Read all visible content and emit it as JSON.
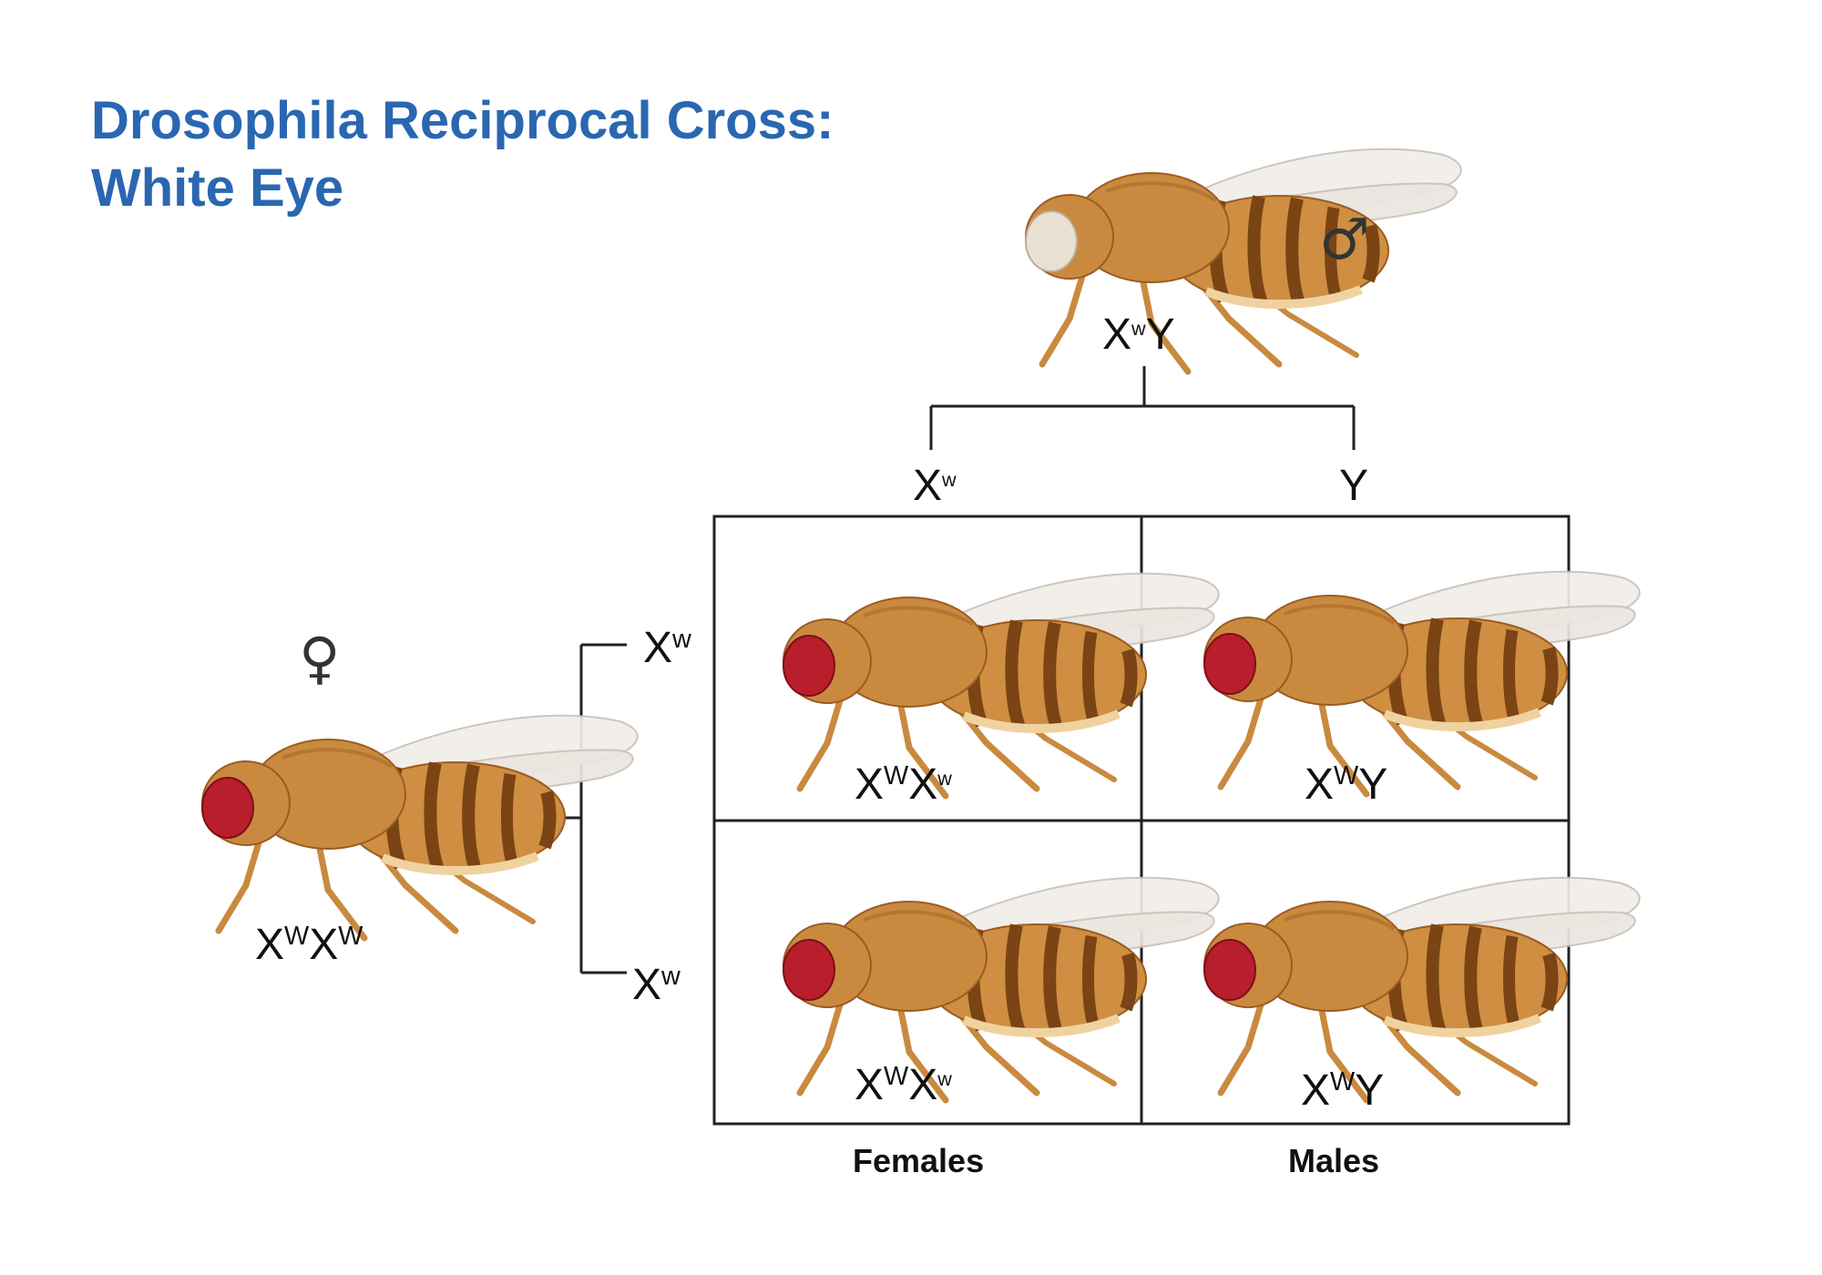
{
  "title": {
    "line1": "Drosophila Reciprocal Cross:",
    "line2": "White Eye"
  },
  "male_parent": {
    "symbol": "♂",
    "genotype_base": "X",
    "genotype_sup": "w",
    "genotype_tail": "Y",
    "eye": "white"
  },
  "female_parent": {
    "symbol": "♀",
    "g1": "X",
    "s1": "W",
    "g2": "X",
    "s2": "W",
    "eye": "red"
  },
  "male_gametes": [
    {
      "base": "X",
      "sup": "w"
    },
    {
      "base": "Y",
      "sup": ""
    }
  ],
  "female_gametes": [
    {
      "base": "X",
      "sup": "w"
    },
    {
      "base": "X",
      "sup": "w"
    }
  ],
  "offspring": [
    {
      "g1": "X",
      "s1": "W",
      "g2": "X",
      "s2": "w",
      "eye": "red"
    },
    {
      "g1": "X",
      "s1": "W",
      "g2": "Y",
      "s2": "",
      "eye": "red"
    },
    {
      "g1": "X",
      "s1": "W",
      "g2": "X",
      "s2": "w",
      "eye": "red"
    },
    {
      "g1": "X",
      "s1": "W",
      "g2": "Y",
      "s2": "",
      "eye": "red"
    }
  ],
  "column_labels": {
    "left": "Females",
    "right": "Males"
  },
  "colors": {
    "title": "#2a67b1",
    "body": "#c98a3f",
    "stripe": "#7a4414",
    "red_eye": "#b81e2c",
    "white_eye": "#e8e0d2",
    "line": "#222222"
  }
}
